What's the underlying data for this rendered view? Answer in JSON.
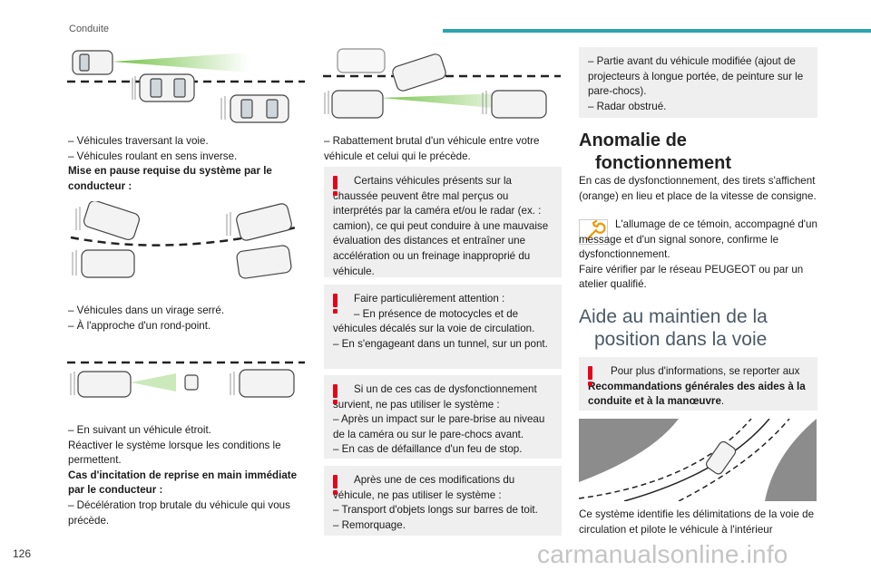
{
  "header": {
    "section": "Conduite"
  },
  "page_number": "126",
  "watermark": "carmanualsonline.info",
  "col1": {
    "block1": [
      "– Véhicules traversant la voie.",
      "– Véhicules roulant en sens inverse."
    ],
    "pause_heading": "Mise en pause requise du système par le conducteur :",
    "block2": [
      "– Véhicules dans un virage serré.",
      "– À l'approche d'un rond-point."
    ],
    "block3": [
      "– En suivant un véhicule étroit.",
      "Réactiver le système lorsque les conditions le permettent."
    ],
    "reprise_heading": "Cas d'incitation de reprise en main immédiate par le conducteur :",
    "block4": "– Décélération trop brutale du véhicule qui vous précède."
  },
  "col2": {
    "block1": "– Rabattement brutal d'un véhicule entre votre véhicule et celui qui le précède.",
    "warn1": "Certains véhicules présents sur la chaussée peuvent être mal perçus ou interprétés par la caméra et/ou le radar (ex. : camion), ce qui peut conduire à une mauvaise évaluation des distances et entraîner une accélération ou un freinage inapproprié du véhicule.",
    "warn2": [
      "Faire particulièrement attention :",
      "– En présence de motocycles et de véhicules décalés sur la voie de circulation.",
      "– En s'engageant dans un tunnel, sur un pont."
    ],
    "warn3": [
      "Si un de ces cas de dysfonctionnement survient, ne pas utiliser le système :",
      "– Après un impact sur le pare-brise au niveau de la caméra ou sur le pare-chocs avant.",
      "– En cas de défaillance d'un feu de stop."
    ],
    "warn4": [
      "Après une de ces modifications du véhicule, ne pas utiliser le système :",
      "– Transport d'objets longs sur barres de toit.",
      "– Remorquage."
    ]
  },
  "col3": {
    "box_items": [
      "– Partie avant du véhicule modifiée (ajout de projecteurs à longue portée, de peinture sur le pare-chocs).",
      "– Radar obstrué."
    ],
    "anomalie_title_1": "Anomalie de",
    "anomalie_title_2": "fonctionnement",
    "anomalie_p1": "En cas de dysfonctionnement, des tirets s'affichent (orange) en lieu et place de la vitesse de consigne.",
    "anomalie_p2": "L'allumage de ce témoin, accompagné d'un message et d'un signal sonore, confirme le dysfonctionnement.",
    "anomalie_p3": "Faire vérifier par le réseau PEUGEOT ou par un atelier qualifié.",
    "aide_title_1": "Aide au maintien de la",
    "aide_title_2": "position dans la voie",
    "info_pre": "Pour plus d'informations, se reporter aux",
    "info_bold": "Recommandations générales des aides à la conduite et à la manœuvre",
    "info_post": ".",
    "bottom_text": "Ce système identifie les délimitations de la voie de circulation et pilote le véhicule à l'intérieur"
  }
}
